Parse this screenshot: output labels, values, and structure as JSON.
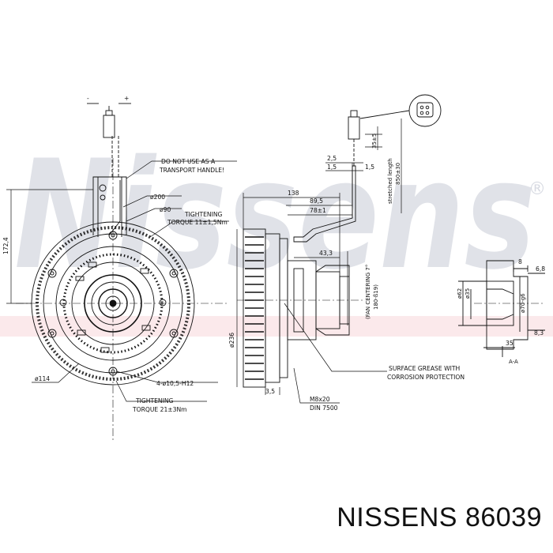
{
  "watermark": {
    "brand": "Nissens",
    "registered_mark": "®"
  },
  "caption": {
    "brand": "NISSENS",
    "part_number": "86039"
  },
  "connector_polarity": {
    "minus": "-",
    "plus": "+"
  },
  "notes": {
    "transport_line1": "DO NOT USE AS A",
    "transport_line2": "TRANSPORT HANDLE!",
    "tightening1_line1": "TIGHTENING",
    "tightening1_line2": "TORQUE  11±1,5Nm",
    "tightening2_line1": "TIGHTENING",
    "tightening2_line2": "TORQUE  21±3Nm",
    "fan_centering_line1": "(FAN CENTERING 7°",
    "fan_centering_line2": "180-ß19)",
    "grease_line1": "SURFACE GREASE WITH",
    "grease_line2": "CORROSION PROTECTION",
    "thread_line1": "M8x20",
    "thread_line2": "DIN 7500",
    "stretched_line1": "stretched length",
    "stretched_line2": "850±30",
    "section_label": "A-A"
  },
  "dimensions": {
    "d200": "ø200",
    "d90": "ø90",
    "d114": "ø114",
    "holes": "4-ø10,5-H12",
    "height_172": "172,4",
    "d236": "ø236",
    "d138": "138",
    "d89_5": "89,5",
    "d78": "78±1",
    "d43_3": "43,3",
    "d2_5": "2,5",
    "d1_5a": "1,5",
    "d1_5b": "1,5",
    "d35_5": "35±5",
    "d3_5": "3,5",
    "d8": "8",
    "d6_8": "6,8",
    "d62": "ø62",
    "d35b": "ø35",
    "d70": "ø70-g6",
    "d8_3": "8,3",
    "d35": "35"
  }
}
